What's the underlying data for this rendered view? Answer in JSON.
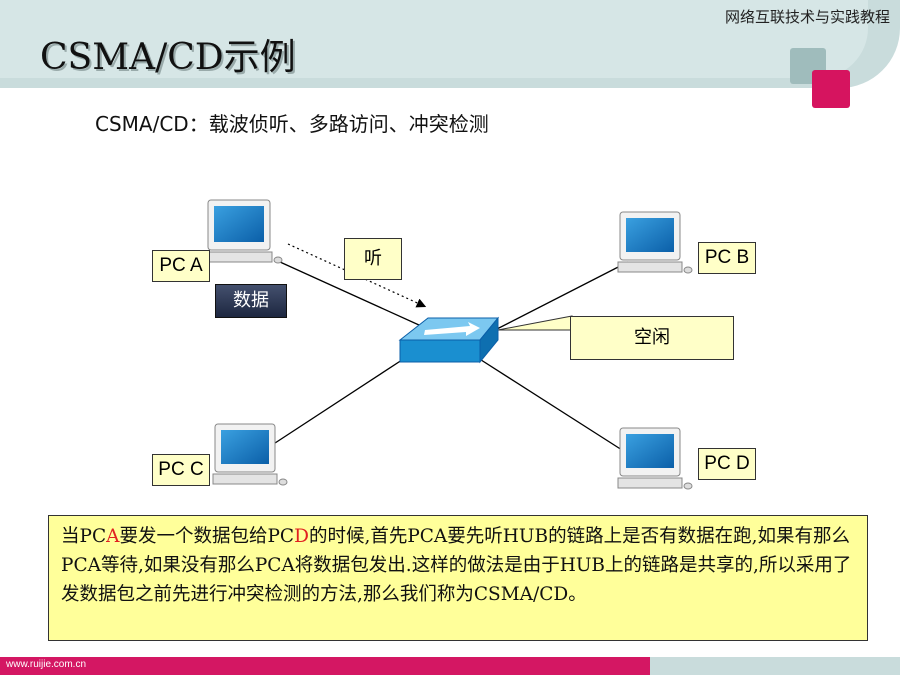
{
  "header": {
    "course_title": "网络互联技术与实践教程",
    "page_title": "CSMA/CD示例"
  },
  "subtitle": "CSMA/CD：载波侦听、多路访问、冲突检测",
  "diagram": {
    "pcs": [
      {
        "label": "PC A"
      },
      {
        "label": "PC B"
      },
      {
        "label": "PC C"
      },
      {
        "label": "PC D"
      }
    ],
    "listen_label": "听",
    "data_label": "数据",
    "idle_label": "空闲"
  },
  "description": {
    "part1": "当PC",
    "red1": "A",
    "part2": "要发一个数据包给PC",
    "red2": "D",
    "part3": "的时候,首先PCA要先听HUB的链路上是否有数据在跑,如果有那么PCA等待,如果没有那么PCA将数据包发出.这样的做法是由于HUB上的链路是共享的,所以采用了发数据包之前先进行冲突检测的方法,那么我们称为CSMA/CD。"
  },
  "footer": {
    "url": "www.ruijie.com.cn"
  },
  "colors": {
    "header": "#d6e6e6",
    "accent_pink": "#d41763",
    "note_fill": "#ffffc8",
    "desc_fill": "#ffff9a",
    "hub_blue": "#1a8fd0"
  }
}
